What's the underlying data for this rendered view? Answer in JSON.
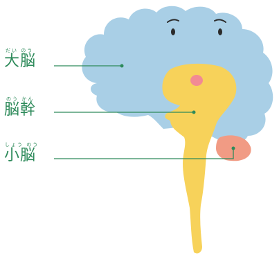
{
  "labels": {
    "cerebrum": {
      "ruby": "だい のう",
      "text": "大脳"
    },
    "brainstem": {
      "ruby": "のう かん",
      "text": "脳幹"
    },
    "cerebellum": {
      "ruby": "しょう のう",
      "text": "小脳"
    }
  },
  "colors": {
    "cerebrum": "#a9cfe6",
    "brainstem": "#f7d25a",
    "cerebellum": "#f19b84",
    "nose": "#f28a94",
    "line": "#2d8a5a"
  }
}
